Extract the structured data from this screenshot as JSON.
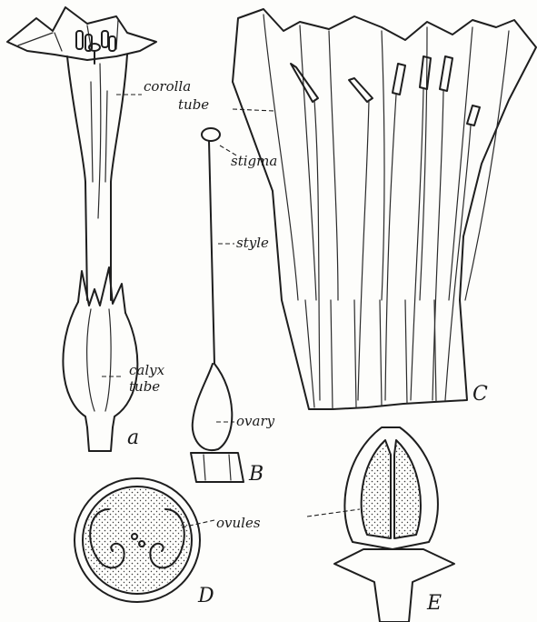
{
  "labels": {
    "corolla": "corolla",
    "tube_top": "tube",
    "stigma": "stigma",
    "style": "style",
    "calyx": "calyx",
    "tube_bottom": "tube",
    "ovary": "ovary",
    "ovules": "ovules"
  },
  "letters": {
    "a": "a",
    "b": "B",
    "c": "C",
    "d": "D",
    "e": "E"
  },
  "colors": {
    "ink": "#1e1e1e",
    "paper": "#fdfdfb"
  }
}
